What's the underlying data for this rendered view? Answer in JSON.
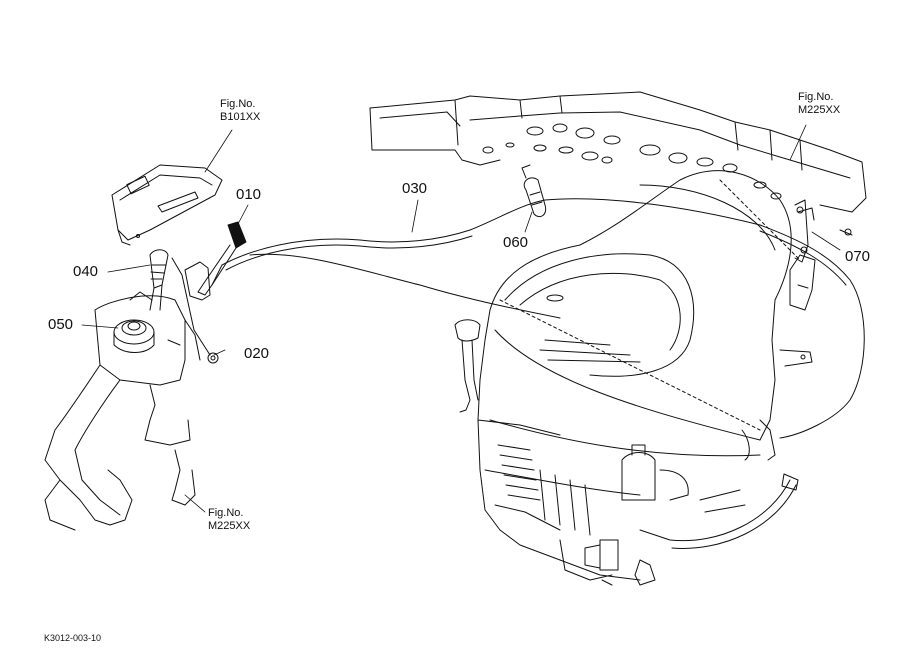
{
  "part_labels": {
    "p010": "010",
    "p020": "020",
    "p030": "030",
    "p040": "040",
    "p050": "050",
    "p060": "060",
    "p070": "070"
  },
  "figure_refs": {
    "top_left": {
      "title": "Fig.No.",
      "code": "B101XX"
    },
    "top_right": {
      "title": "Fig.No.",
      "code": "M225XX"
    },
    "bottom_left": {
      "title": "Fig.No.",
      "code": "M225XX"
    }
  },
  "drawing_code": "K3012-003-10",
  "colors": {
    "line": "#111111",
    "background": "#ffffff"
  }
}
